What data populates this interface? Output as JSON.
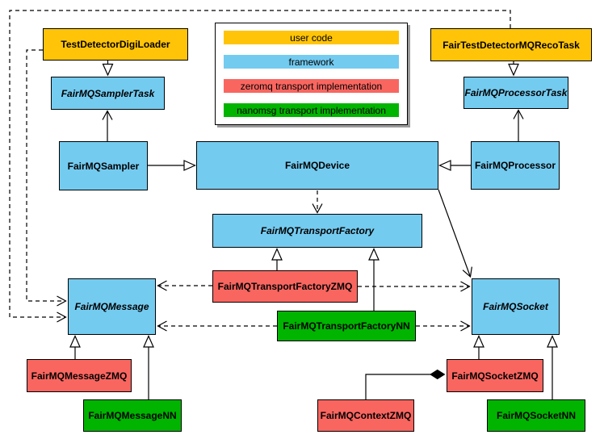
{
  "colors": {
    "user_code": "#FFC408",
    "framework": "#74CBF0",
    "zeromq": "#F96660",
    "nanomsg": "#00B400",
    "box_border": "#000000",
    "background": "#FFFFFF",
    "legend_shadow": "#9A9A9A"
  },
  "legend": {
    "items": [
      {
        "label": "user code",
        "color": "#FFC408"
      },
      {
        "label": "framework",
        "color": "#74CBF0"
      },
      {
        "label": "zeromq transport implementation",
        "color": "#F96660"
      },
      {
        "label": "nanomsg transport implementation",
        "color": "#00B400"
      }
    ]
  },
  "nodes": {
    "test_detector_digi_loader": {
      "label": "TestDetectorDigiLoader",
      "category": "user_code",
      "abstract": false
    },
    "fair_test_detector_mq_reco_task": {
      "label": "FairTestDetectorMQRecoTask",
      "category": "user_code",
      "abstract": false
    },
    "fair_mq_sampler_task": {
      "label": "FairMQSamplerTask",
      "category": "framework",
      "abstract": true
    },
    "fair_mq_processor_task": {
      "label": "FairMQProcessorTask",
      "category": "framework",
      "abstract": true
    },
    "fair_mq_sampler": {
      "label": "FairMQSampler",
      "category": "framework",
      "abstract": false
    },
    "fair_mq_device": {
      "label": "FairMQDevice",
      "category": "framework",
      "abstract": false
    },
    "fair_mq_processor": {
      "label": "FairMQProcessor",
      "category": "framework",
      "abstract": false
    },
    "fair_mq_transport_factory": {
      "label": "FairMQTransportFactory",
      "category": "framework",
      "abstract": true
    },
    "fair_mq_transport_factory_zmq": {
      "label": "FairMQTransportFactoryZMQ",
      "category": "zeromq",
      "abstract": false
    },
    "fair_mq_transport_factory_nn": {
      "label": "FairMQTransportFactoryNN",
      "category": "nanomsg",
      "abstract": false
    },
    "fair_mq_message": {
      "label": "FairMQMessage",
      "category": "framework",
      "abstract": true
    },
    "fair_mq_socket": {
      "label": "FairMQSocket",
      "category": "framework",
      "abstract": true
    },
    "fair_mq_message_zmq": {
      "label": "FairMQMessageZMQ",
      "category": "zeromq",
      "abstract": false
    },
    "fair_mq_message_nn": {
      "label": "FairMQMessageNN",
      "category": "nanomsg",
      "abstract": false
    },
    "fair_mq_context_zmq": {
      "label": "FairMQContextZMQ",
      "category": "zeromq",
      "abstract": false
    },
    "fair_mq_socket_zmq": {
      "label": "FairMQSocketZMQ",
      "category": "zeromq",
      "abstract": false
    },
    "fair_mq_socket_nn": {
      "label": "FairMQSocketNN",
      "category": "nanomsg",
      "abstract": false
    }
  },
  "edges": [
    {
      "from": "TestDetectorDigiLoader",
      "to": "FairMQSamplerTask",
      "type": "inheritance"
    },
    {
      "from": "FairTestDetectorMQRecoTask",
      "to": "FairMQProcessorTask",
      "type": "inheritance"
    },
    {
      "from": "FairMQSampler",
      "to": "FairMQDevice",
      "type": "inheritance"
    },
    {
      "from": "FairMQProcessor",
      "to": "FairMQDevice",
      "type": "inheritance"
    },
    {
      "from": "FairMQTransportFactoryZMQ",
      "to": "FairMQTransportFactory",
      "type": "inheritance"
    },
    {
      "from": "FairMQTransportFactoryNN",
      "to": "FairMQTransportFactory",
      "type": "inheritance"
    },
    {
      "from": "FairMQMessageZMQ",
      "to": "FairMQMessage",
      "type": "inheritance"
    },
    {
      "from": "FairMQMessageNN",
      "to": "FairMQMessage",
      "type": "inheritance"
    },
    {
      "from": "FairMQSocketZMQ",
      "to": "FairMQSocket",
      "type": "inheritance"
    },
    {
      "from": "FairMQSocketNN",
      "to": "FairMQSocket",
      "type": "inheritance"
    },
    {
      "from": "FairMQSampler",
      "to": "FairMQSamplerTask",
      "type": "association"
    },
    {
      "from": "FairMQProcessor",
      "to": "FairMQProcessorTask",
      "type": "association"
    },
    {
      "from": "FairMQDevice",
      "to": "FairMQSocket",
      "type": "association"
    },
    {
      "from": "FairMQDevice",
      "to": "FairMQTransportFactory",
      "type": "dependency"
    },
    {
      "from": "TestDetectorDigiLoader",
      "to": "FairMQMessage",
      "type": "dependency"
    },
    {
      "from": "FairTestDetectorMQRecoTask",
      "to": "FairMQMessage",
      "type": "dependency"
    },
    {
      "from": "FairMQTransportFactoryZMQ",
      "to": "FairMQMessage",
      "type": "dependency"
    },
    {
      "from": "FairMQTransportFactoryZMQ",
      "to": "FairMQSocket",
      "type": "dependency"
    },
    {
      "from": "FairMQTransportFactoryNN",
      "to": "FairMQMessage",
      "type": "dependency"
    },
    {
      "from": "FairMQTransportFactoryNN",
      "to": "FairMQSocket",
      "type": "dependency"
    },
    {
      "from": "FairMQSocketZMQ",
      "to": "FairMQContextZMQ",
      "type": "composition"
    }
  ]
}
